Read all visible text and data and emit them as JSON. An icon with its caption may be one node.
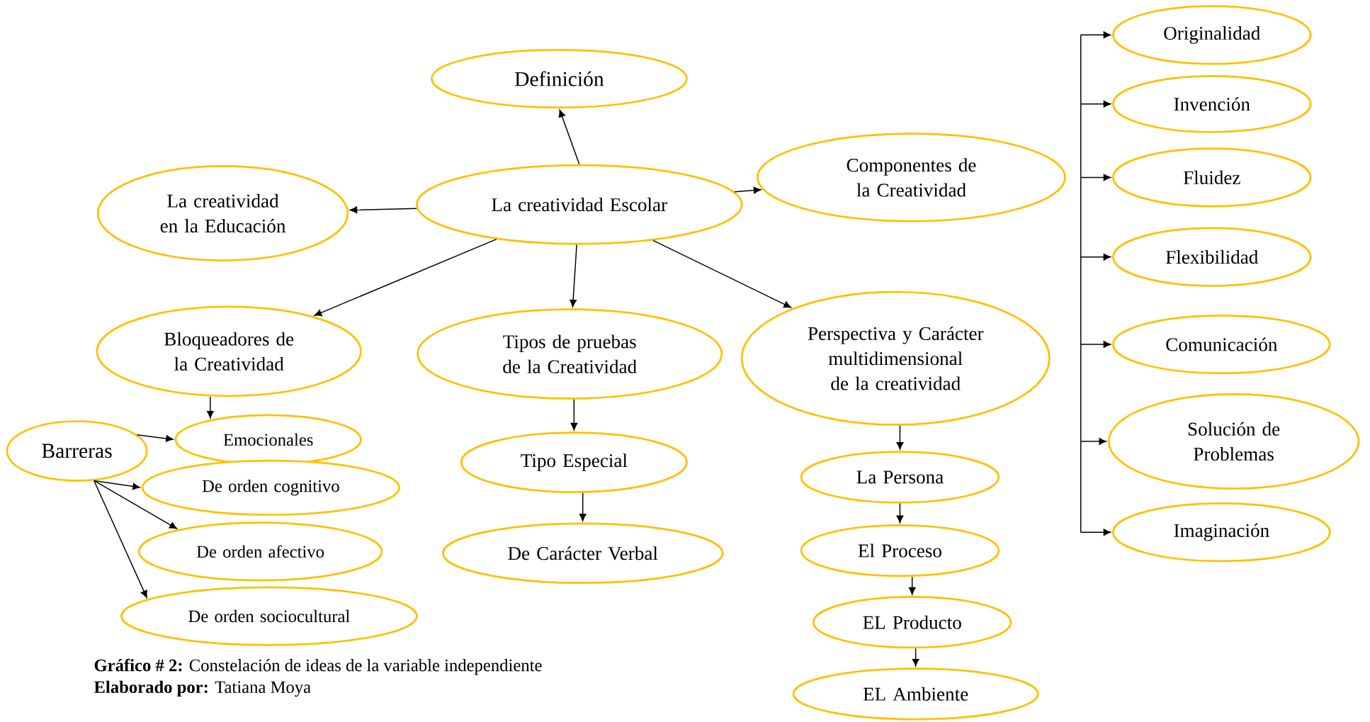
{
  "diagram": {
    "caption": "**Gráfico # 2:** Constelación de ideas de la variable independiente",
    "nodes": [
      {
        "text": [
          "Definición"
        ]
      },
      {
        "text": [
          "La creatividad en la Educación"
        ]
      },
      {
        "text": [
          "La creatividad Escolar"
        ]
      },
      {
        "text": [
          "Componentes de la Creatividad"
        ]
      },
      {
        "text": [
          "Bloqueadores de la Creatividad"
        ]
      },
      {
        "text": [
          "Tipos de pruebas de la Creatividad"
        ]
      },
      {
        "text": [
          "Perspectiva y Carácter multidimensional de la creatividad"
        ]
      },
      {
        "text": [
          "Barreras"
        ]
      },
      {
        "text": [
          "Emocionales"
        ]
      },
      {
        "text": [
          "De orden cognitivo"
        ]
      },
      {
        "text": [
          "De orden afectivo"
        ]
      },
      {
        "text": [
          "De orden sociocultural"
        ]
      },
      {
        "text": [
          "Tipo Especial"
        ]
      },
      {
        "text": [
          "De Carácter Verbal"
        ]
      },
      {
        "text": [
          "La Persona"
        ]
      },
      {
        "text": [
          "El Proceso"
        ]
      },
      {
        "text": [
          "EL Producto"
        ]
      },
      {
        "text": [
          "EL Ambiente"
        ]
      },
      {
        "text": [
          "Originalidad"
        ]
      },
      {
        "text": [
          "Invención"
        ]
      },
      {
        "text": [
          "Fluidez"
        ]
      },
      {
        "text": [
          "Flexibilidad"
        ]
      },
      {
        "text": [
          "Comunicación"
        ]
      },
      {
        "text": [
          "Solución de Problemas"
        ]
      },
      {
        "text": [
          "Imaginación"
        ]
      }
    ],
    "edges": [
      {
        "from": 2,
        "to": 0,
        "arrow": "to"
      },
      {
        "from": 2,
        "to": 1,
        "arrow": "to"
      },
      {
        "from": 2,
        "to": 3,
        "arrow": "to"
      },
      {
        "from": 2,
        "to": 4,
        "arrow": "to"
      },
      {
        "from": 2,
        "to": 5,
        "arrow": "to"
      },
      {
        "from": 2,
        "to": 6,
        "arrow": "to"
      },
      {
        "from": 4,
        "to": 8,
        "arrow": "to"
      },
      {
        "from": 7,
        "to": 8,
        "arrow": "to"
      },
      {
        "from": 7,
        "to": 9,
        "arrow": "to"
      },
      {
        "from": 7,
        "to": 10,
        "arrow": "to"
      },
      {
        "from": 7,
        "to": 11,
        "arrow": "to"
      },
      {
        "from": 5,
        "to": 12,
        "arrow": "to"
      },
      {
        "from": 12,
        "to": 13,
        "arrow": "to"
      },
      {
        "from": 6,
        "to": 14,
        "arrow": "to"
      },
      {
        "from": 14,
        "to": 15,
        "arrow": "to"
      },
      {
        "from": 15,
        "to": 16,
        "arrow": "to"
      },
      {
        "from": 16,
        "to": 17,
        "arrow": "to"
      },
      {
        "from": null,
        "to": 18,
        "arrow": "to"
      },
      {
        "from": null,
        "to": 19,
        "arrow": "to"
      },
      {
        "from": null,
        "to": 20,
        "arrow": "to"
      },
      {
        "from": null,
        "to": 21,
        "arrow": "to"
      },
      {
        "from": null,
        "to": 22,
        "arrow": "to"
      },
      {
        "from": null,
        "to": 23,
        "arrow": "to"
      },
      {
        "from": null,
        "to": 24,
        "arrow": "to"
      }
    ],
    "labels": [
      "**Elaborado por:** Tatiana Moya"
    ]
  }
}
